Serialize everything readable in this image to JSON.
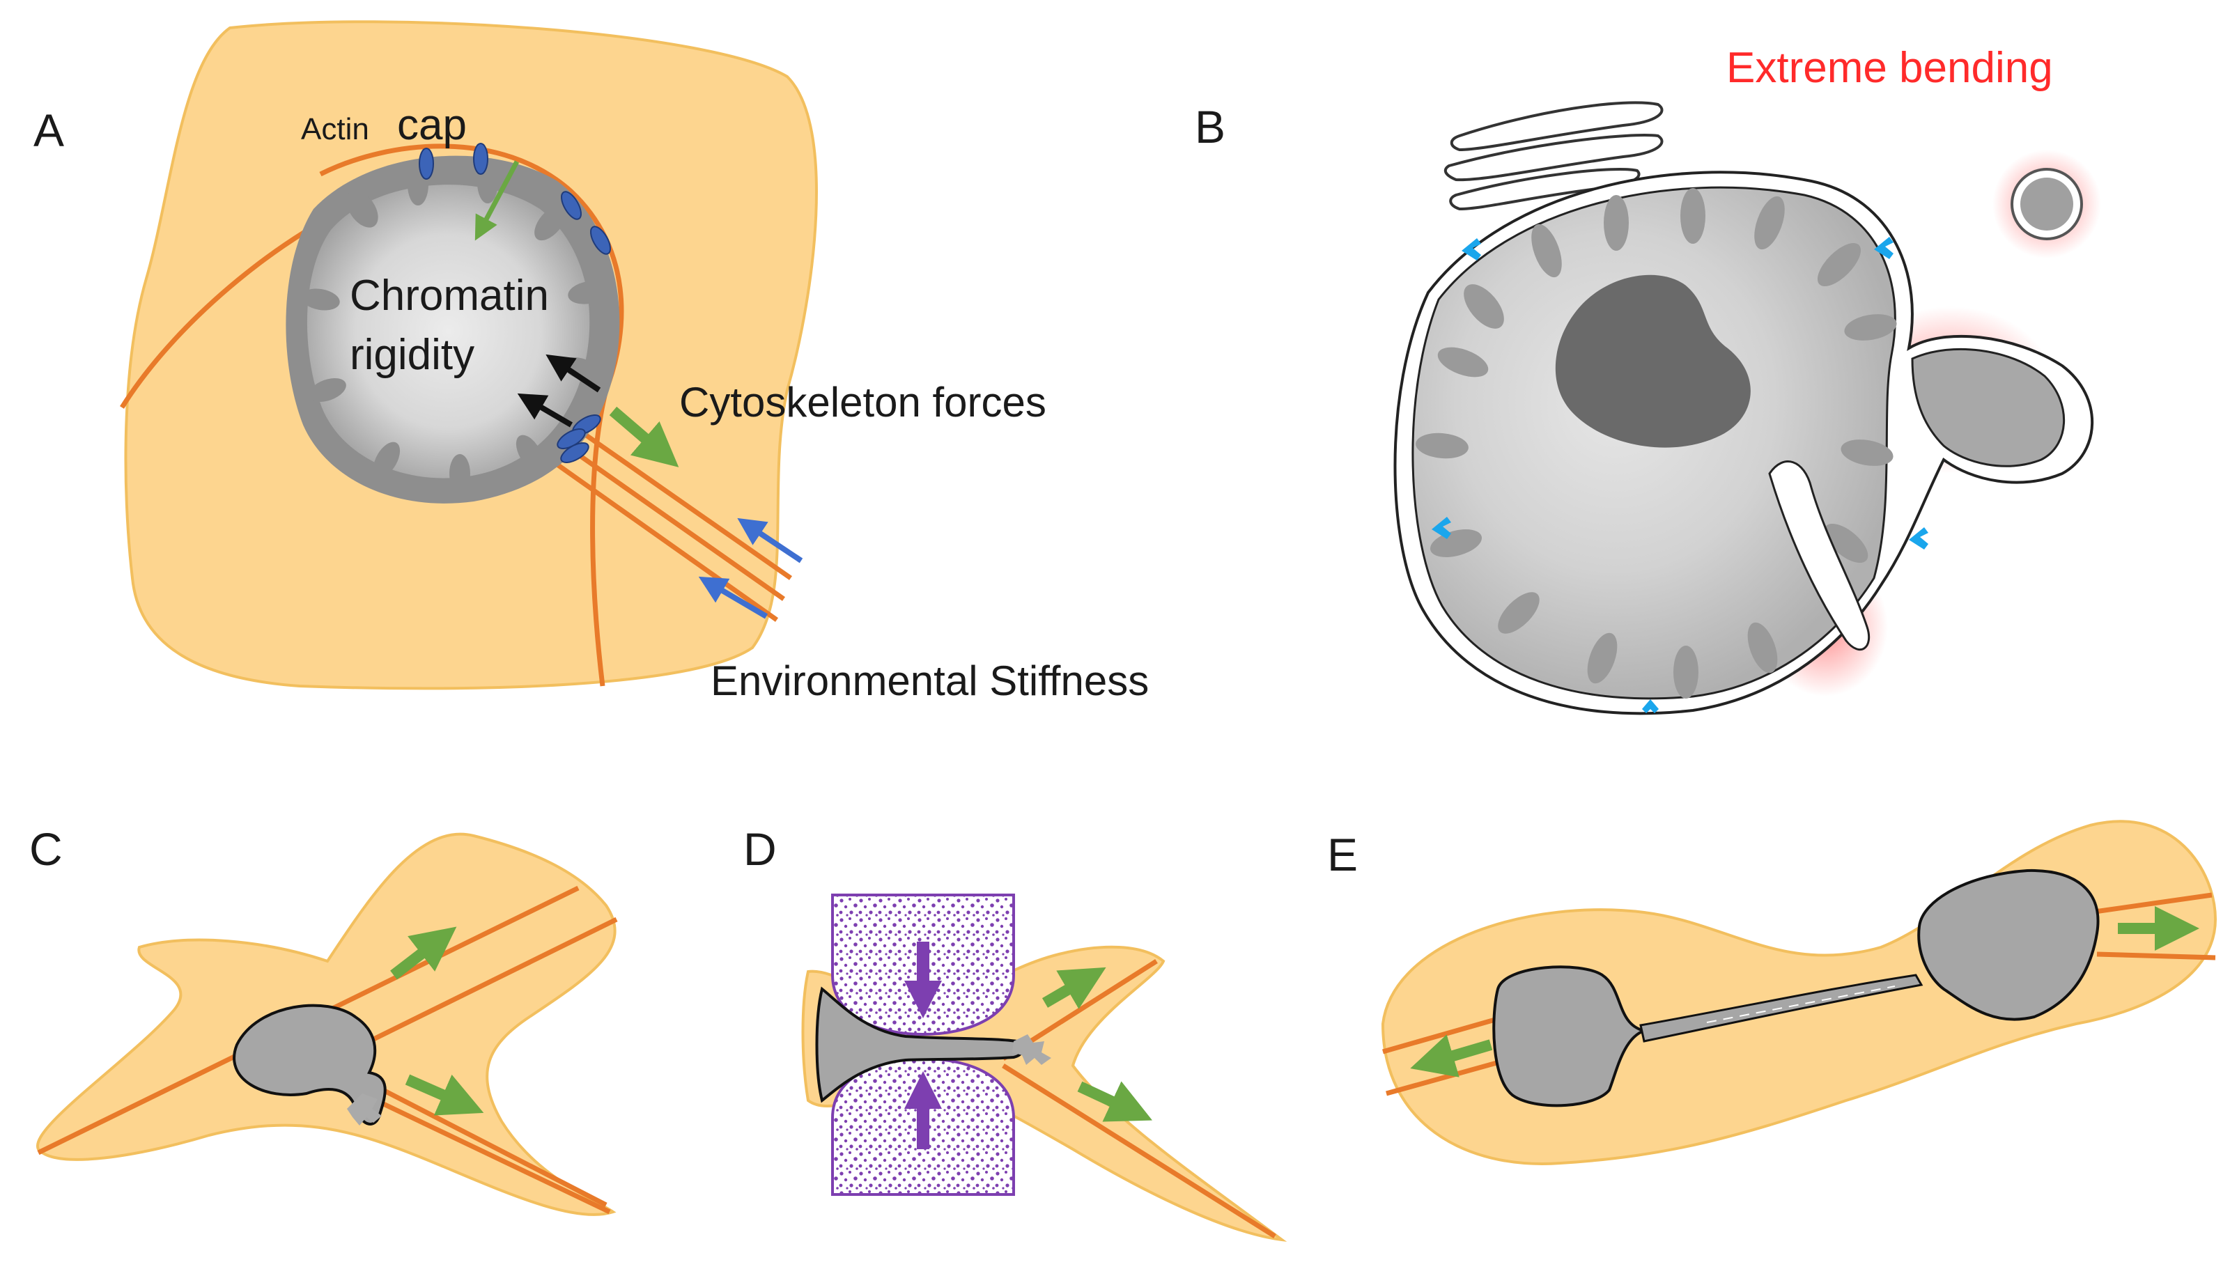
{
  "panels": {
    "A": {
      "label": "A",
      "actin_word": "Actin",
      "cap_word": "cap",
      "chromatin_line1": "Chromatin",
      "chromatin_line2": "rigidity",
      "cytoskeleton": "Cytoskeleton forces",
      "environment": "Environmental Stiffness"
    },
    "B": {
      "label": "B",
      "annotation": "Extreme bending"
    },
    "C": {
      "label": "C"
    },
    "D": {
      "label": "D"
    },
    "E": {
      "label": "E"
    }
  },
  "colors": {
    "cell_fill": "#fdd58f",
    "cell_edge": "#f2bf5e",
    "fiber": "#e87a2a",
    "nucleus_dark": "#8d8d8d",
    "nucleus_light": "#e9e9e9",
    "nucleus_solid": "#a6a6a6",
    "green_arrow": "#6aa843",
    "blue_arrow": "#3e6fd1",
    "lamin_blue": "#3c64b8",
    "cyan_marker": "#1aa6ec",
    "bending_red": "#ff2a2a",
    "pattern_purple": "#7d3fb0"
  }
}
